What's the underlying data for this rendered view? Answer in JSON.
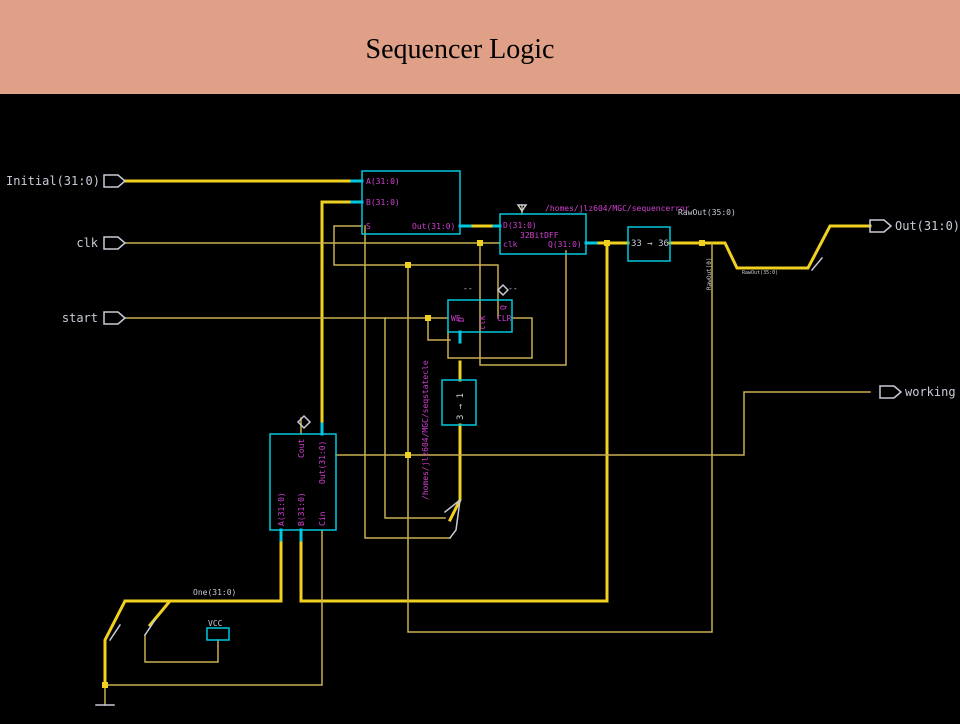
{
  "slide": {
    "title": "Sequencer Logic"
  },
  "colors": {
    "banner": "#e0a088",
    "background": "#000000",
    "bus": "#f0d020",
    "wire": "#c8b050",
    "port": "#c8ccd8",
    "block": "#00c8e0",
    "pin_text": "#d040d0"
  },
  "ports": {
    "initial": "Initial(31:0)",
    "clk": "clk",
    "start": "start",
    "out": "Out(31:0)",
    "working": "working"
  },
  "adder_top": {
    "a": "A(31:0)",
    "b": "B(31:0)",
    "s": "S",
    "out": "Out(31:0)"
  },
  "dff": {
    "path": "/homes/jlz604/MGC/sequencerror",
    "d": "D(31:0)",
    "name": "32BitDFF",
    "clk": "clk",
    "q": "Q(31:0)"
  },
  "converter": {
    "label": "33 → 36"
  },
  "state": {
    "mark1": "--",
    "mark2": "--",
    "we": "WE",
    "clr": "CLR",
    "clk": "clk",
    "d": "D",
    "q": "Q"
  },
  "path_vertical": "/homes/jlz604/MGC/seqstatecle",
  "mux": {
    "label": "3 → 1"
  },
  "adder_bottom": {
    "cout": "Cout",
    "out": "Out(31:0)",
    "a": "A(31:0)",
    "b": "B(31:0)",
    "cin": "Cin"
  },
  "nets": {
    "one": "One(31:0)",
    "rawout": "RawOut(35:0)",
    "rawout_small": "RawOut(35:0)",
    "rawout_vertical": "RawOut(0)"
  },
  "vcc": "VCC"
}
